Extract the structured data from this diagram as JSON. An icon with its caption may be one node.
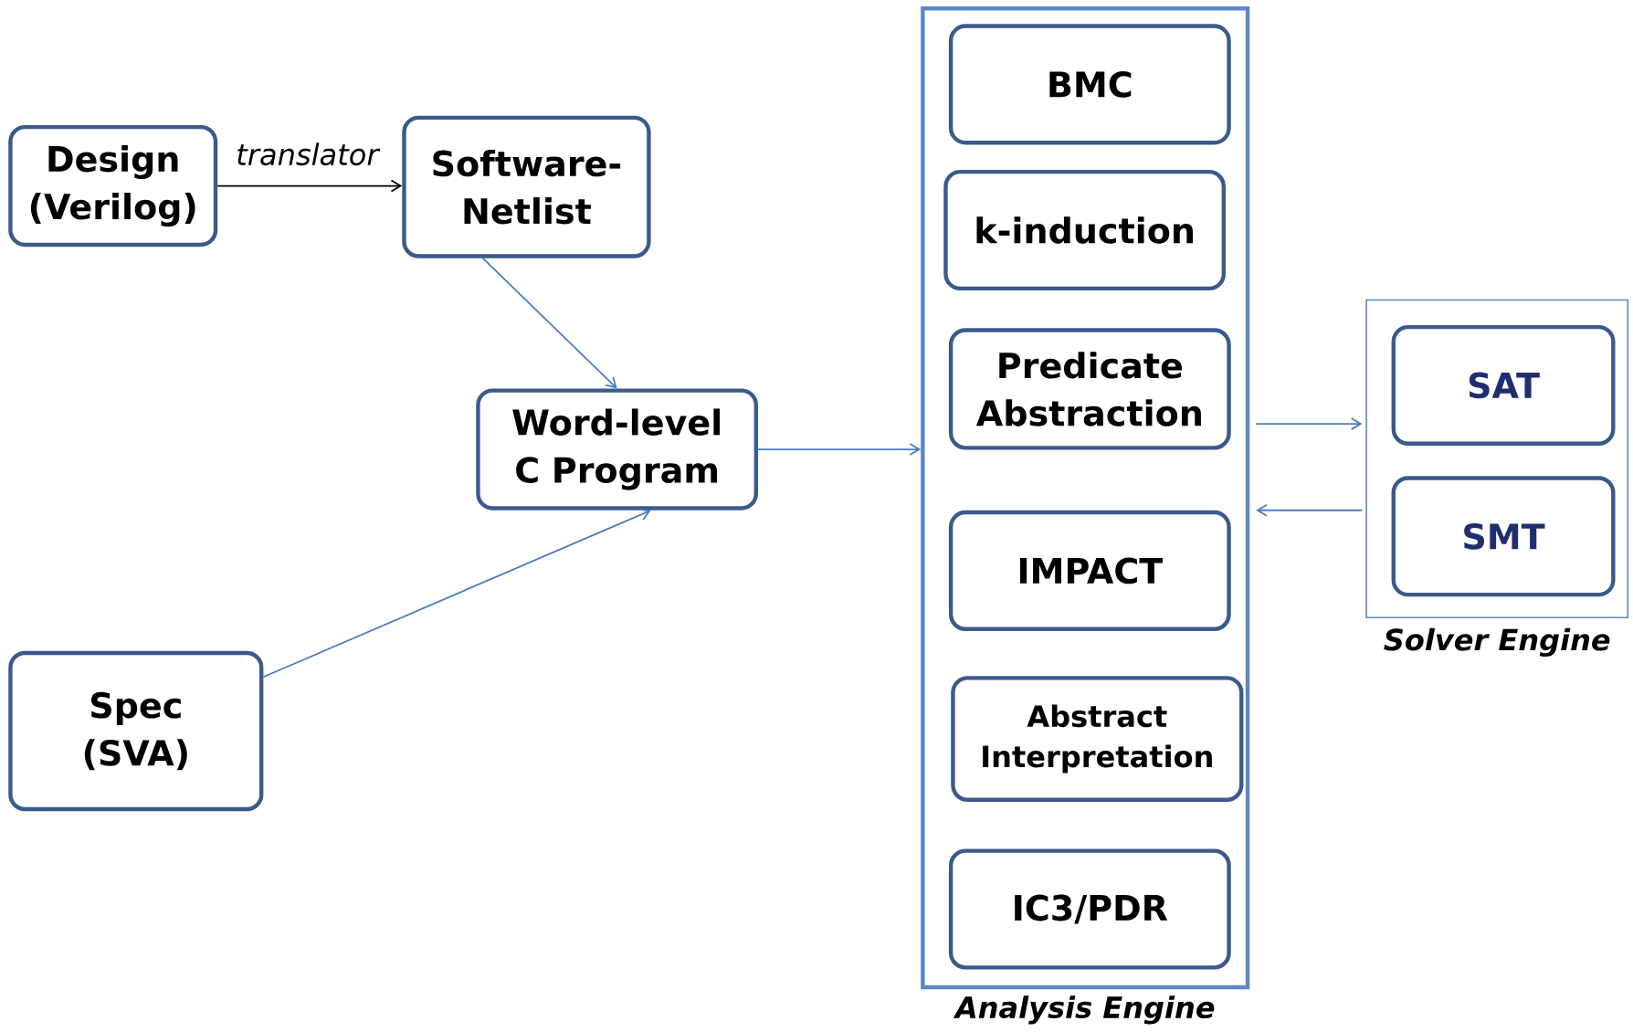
{
  "diagram": {
    "nodes": [
      {
        "text": [
          "Design (Verilog)"
        ]
      },
      {
        "text": [
          "Software-Netlist"
        ]
      },
      {
        "text": [
          "Word-level C Program"
        ]
      },
      {
        "text": [
          "Spec (SVA)"
        ]
      },
      {
        "text": [
          "Analysis Engine"
        ]
      },
      {
        "text": [
          "BMC"
        ],
        "in": 4
      },
      {
        "text": [
          "k-induction"
        ],
        "in": 4
      },
      {
        "text": [
          "Predicate Abstraction"
        ],
        "in": 4
      },
      {
        "text": [
          "IMPACT"
        ],
        "in": 4
      },
      {
        "text": [
          "Abstract Interpretation"
        ],
        "in": 4
      },
      {
        "text": [
          "IC3/PDR"
        ],
        "in": 4
      },
      {
        "text": [
          "Solver Engine"
        ]
      },
      {
        "text": [
          "SAT"
        ],
        "in": 11
      },
      {
        "text": [
          "SMT"
        ],
        "in": 11
      }
    ],
    "edges": [
      {
        "from": 0,
        "to": 1,
        "arrow": "to",
        "label": "translator",
        "color": "#000000"
      },
      {
        "from": 1,
        "to": 2,
        "arrow": "to"
      },
      {
        "from": 2,
        "to": 4,
        "arrow": "to"
      },
      {
        "from": 3,
        "to": 2,
        "arrow": "to"
      },
      {
        "from": 4,
        "to": 11,
        "arrow": "to"
      },
      {
        "from": 11,
        "to": 4,
        "arrow": "to"
      }
    ]
  }
}
